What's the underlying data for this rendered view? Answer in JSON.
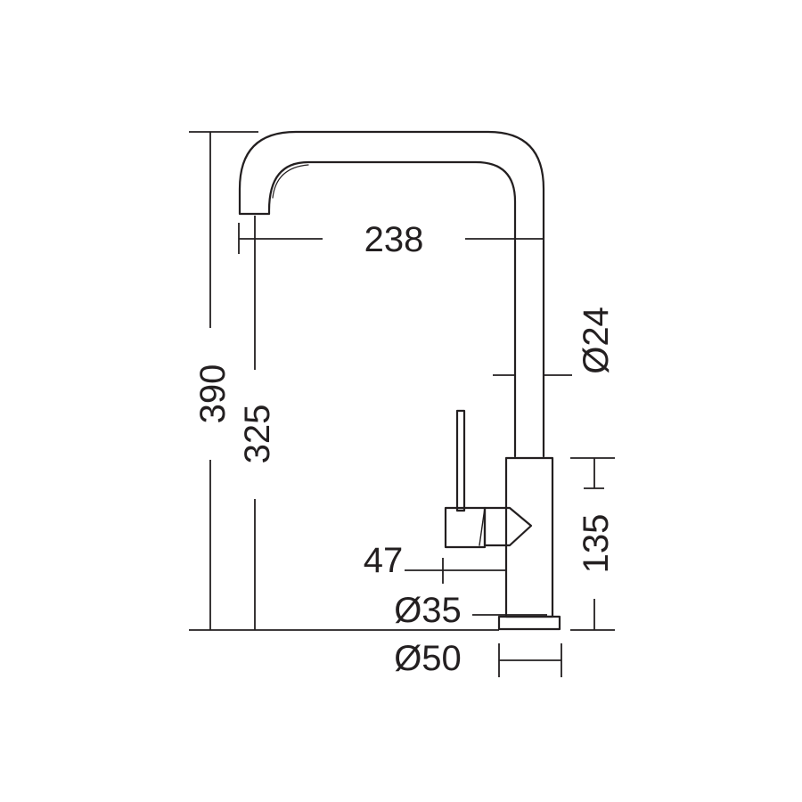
{
  "dimensions": {
    "spout_reach": "238",
    "total_height": "390",
    "spout_height": "325",
    "spout_diameter": "Ø24",
    "body_height": "135",
    "lever_offset": "47",
    "body_diameter": "Ø35",
    "base_diameter": "Ø50"
  },
  "colors": {
    "line": "#231f20",
    "background": "#ffffff"
  }
}
